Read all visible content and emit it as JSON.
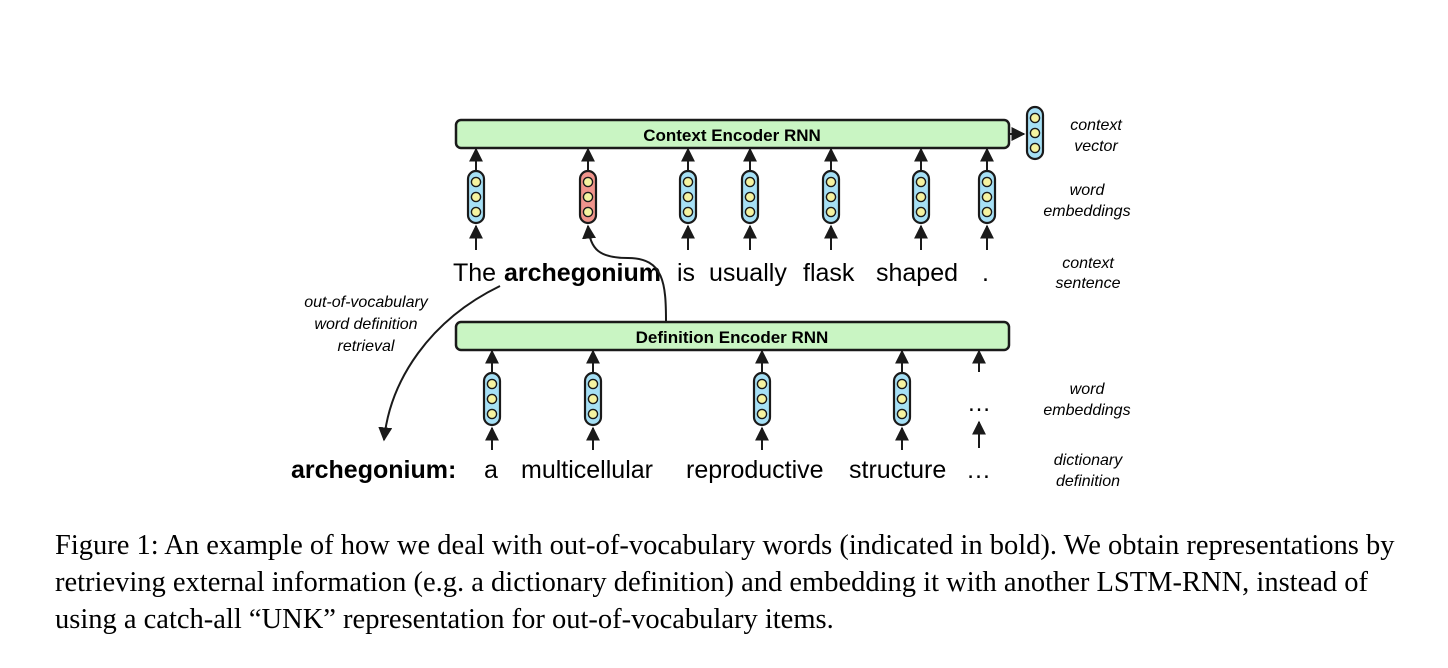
{
  "context_encoder": {
    "label": "Context Encoder RNN"
  },
  "definition_encoder": {
    "label": "Definition Encoder RNN"
  },
  "context_sentence": {
    "words": [
      "The",
      "archegonium",
      "is",
      "usually",
      "flask",
      "shaped",
      "."
    ],
    "oov_word": "archegonium"
  },
  "definition": {
    "headword": "archegonium:",
    "words": [
      "a",
      "multicellular",
      "reproductive",
      "structure"
    ],
    "ellipsis": "…"
  },
  "embeddings_ellipsis": "…",
  "annotation": {
    "lines": [
      "out-of-vocabulary",
      "word definition",
      "retrieval"
    ]
  },
  "side_labels": {
    "context_vector": [
      "context",
      "vector"
    ],
    "word_embeddings_top": [
      "word",
      "embeddings"
    ],
    "context_sentence": [
      "context",
      "sentence"
    ],
    "word_embeddings_bottom": [
      "word",
      "embeddings"
    ],
    "dictionary_definition": [
      "dictionary",
      "definition"
    ]
  },
  "colors": {
    "encoder_fill": "#c9f5c3",
    "embedding_fill": "#a6e0f5",
    "oov_embedding_fill": "#f0948c",
    "node_fill": "#f5f3a0",
    "stroke": "#1a1a1a"
  },
  "caption": {
    "text": "Figure 1: An example of how we deal with out-of-vocabulary words (indicated in bold). We obtain representations by retrieving external information (e.g. a dictionary definition) and embedding it with another LSTM-RNN, instead of using a catch-all “UNK” representation for out-of-vocabulary items."
  }
}
